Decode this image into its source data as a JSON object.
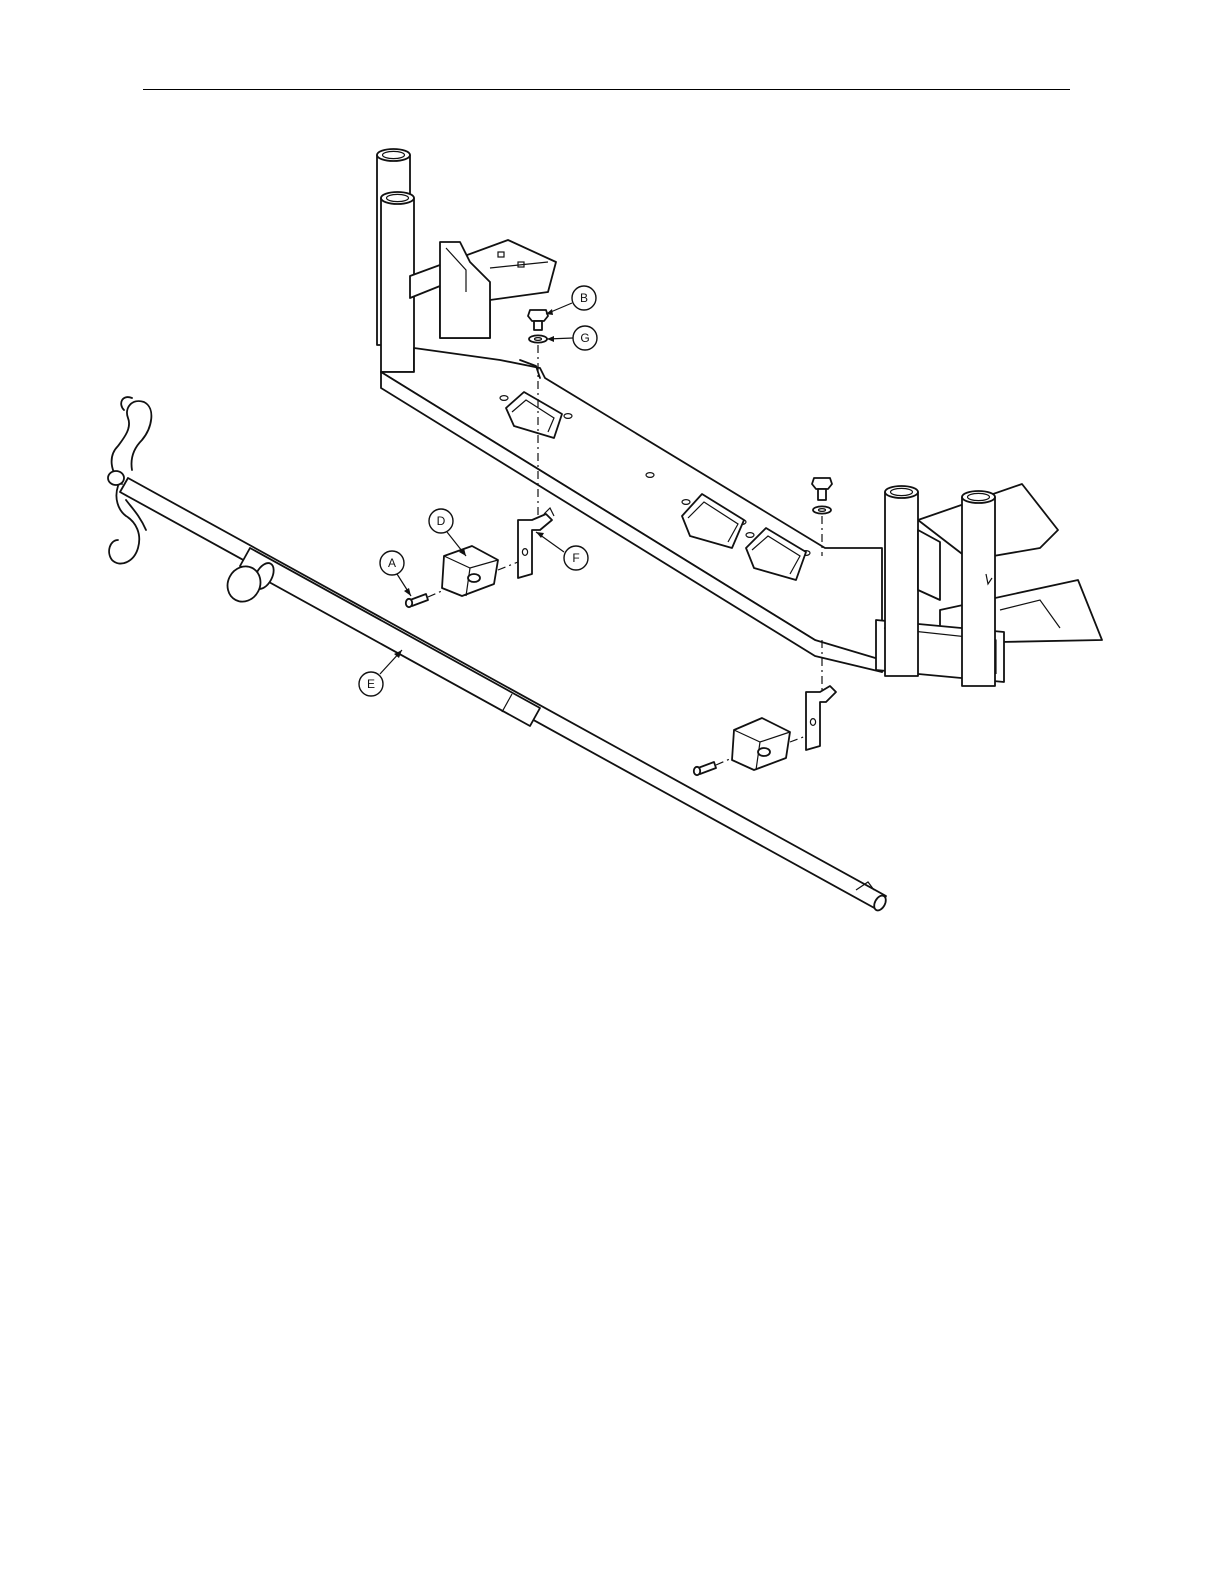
{
  "callouts": {
    "a": "A",
    "b": "B",
    "d": "D",
    "e": "E",
    "f": "F",
    "g": "G"
  }
}
